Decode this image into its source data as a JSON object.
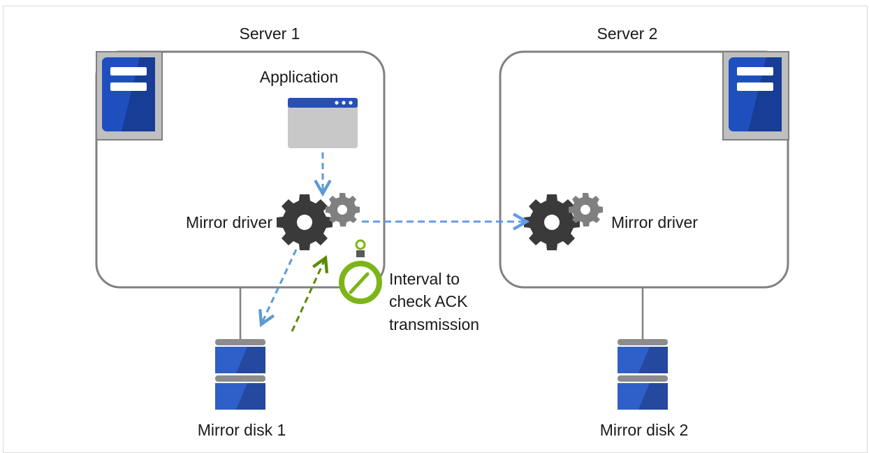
{
  "servers": [
    {
      "name": "Server 1"
    },
    {
      "name": "Server 2"
    }
  ],
  "application": {
    "label": "Application"
  },
  "mirror_driver": {
    "label_left": "Mirror driver",
    "label_right": "Mirror driver"
  },
  "interval_note": {
    "lines": [
      "Interval to",
      "check ACK",
      "transmission"
    ]
  },
  "disks": [
    {
      "label": "Mirror disk 1"
    },
    {
      "label": "Mirror disk 2"
    }
  ],
  "colors": {
    "server_border": "#808080",
    "server_icon_blue": "#1f4fbf",
    "server_icon_frame": "#bfbfbf",
    "gear_dark": "#3a3a3a",
    "gear_light": "#808080",
    "arrow_blue": "#5b9bd5",
    "arrow_green": "#5a8a00",
    "stopwatch_green": "#7cb518",
    "disk_blue": "#2f5fc8",
    "disk_cap": "#8c8c8c",
    "app_window": "#c8c8c8",
    "app_titlebar": "#2850b4"
  },
  "icons": [
    "server-icon",
    "application-window-icon",
    "gear-icon",
    "stopwatch-icon",
    "disk-icon"
  ]
}
